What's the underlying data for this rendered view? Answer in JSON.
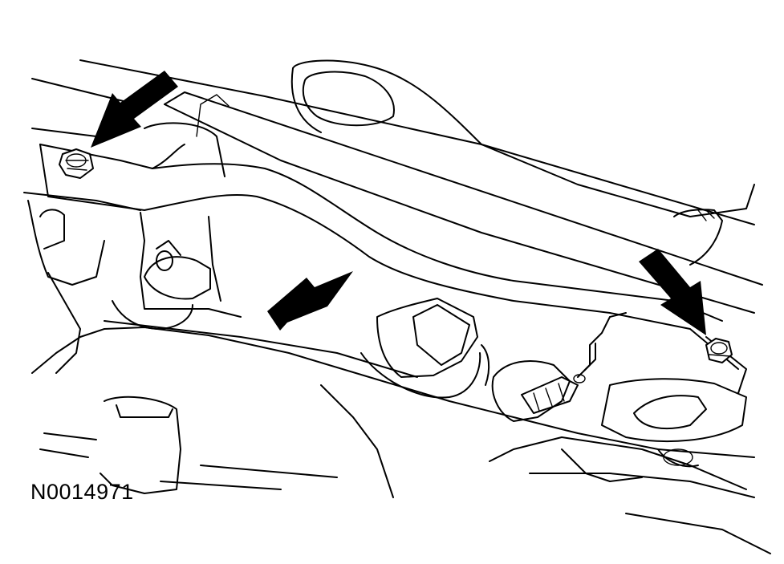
{
  "figure": {
    "id_label": "N0014971"
  },
  "colors": {
    "line": "#000000",
    "background": "#ffffff"
  },
  "callouts": [
    {
      "icon": "arrow-pointer-icon",
      "target": "left-bolt"
    },
    {
      "icon": "arrow-pointer-icon",
      "target": "crossmember-center"
    },
    {
      "icon": "arrow-pointer-icon",
      "target": "right-bolt"
    }
  ]
}
